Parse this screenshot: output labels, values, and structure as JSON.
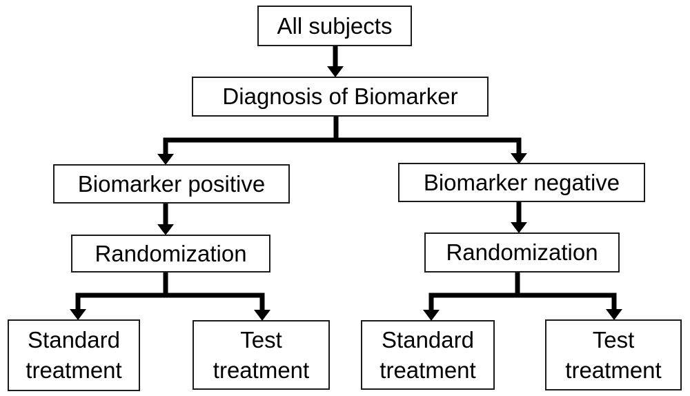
{
  "diagram": {
    "type": "flowchart",
    "nodes": [
      {
        "id": "all-subjects",
        "label": "All subjects"
      },
      {
        "id": "diagnosis",
        "label": "Diagnosis of Biomarker"
      },
      {
        "id": "biomarker-positive",
        "label": "Biomarker positive"
      },
      {
        "id": "biomarker-negative",
        "label": "Biomarker negative"
      },
      {
        "id": "randomization-left",
        "label": "Randomization"
      },
      {
        "id": "randomization-right",
        "label": "Randomization"
      },
      {
        "id": "standard-treatment-left",
        "label": "Standard\ntreatment"
      },
      {
        "id": "test-treatment-left",
        "label": "Test\ntreatment"
      },
      {
        "id": "standard-treatment-right",
        "label": "Standard\ntreatment"
      },
      {
        "id": "test-treatment-right",
        "label": "Test\ntreatment"
      }
    ],
    "edges": [
      {
        "from": "all-subjects",
        "to": "diagnosis"
      },
      {
        "from": "diagnosis",
        "to": "biomarker-positive"
      },
      {
        "from": "diagnosis",
        "to": "biomarker-negative"
      },
      {
        "from": "biomarker-positive",
        "to": "randomization-left"
      },
      {
        "from": "biomarker-negative",
        "to": "randomization-right"
      },
      {
        "from": "randomization-left",
        "to": "standard-treatment-left"
      },
      {
        "from": "randomization-left",
        "to": "test-treatment-left"
      },
      {
        "from": "randomization-right",
        "to": "standard-treatment-right"
      },
      {
        "from": "randomization-right",
        "to": "test-treatment-right"
      }
    ],
    "colors": {
      "background": "#ffffff",
      "box_fill": "#ffffff",
      "box_border": "#1a1a1a",
      "text": "#000000",
      "arrow": "#000000"
    }
  }
}
